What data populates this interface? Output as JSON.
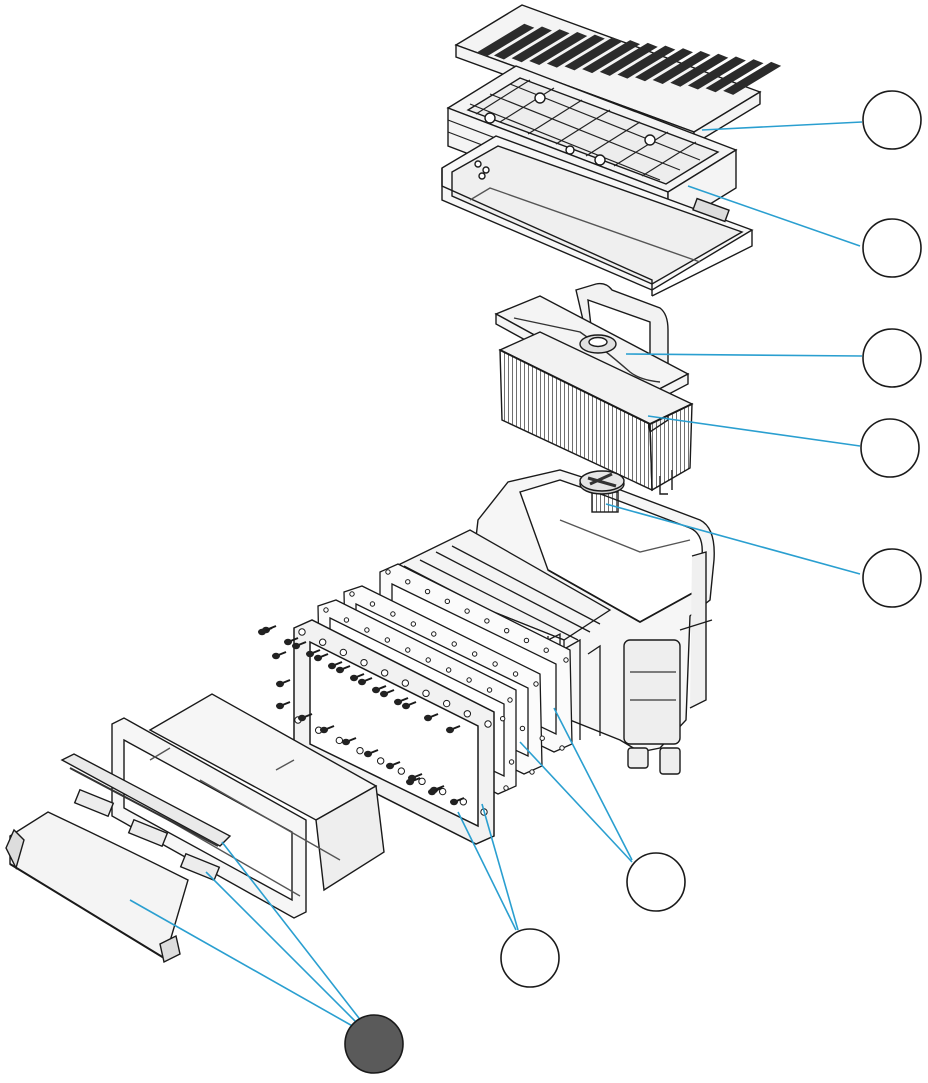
{
  "title": "",
  "colors": {
    "background": "#ffffff",
    "line_art": "#1a1a1a",
    "part_fill": "#f4f4f4",
    "grate_slot": "#2b2b2b",
    "leader": "#2a9fd0",
    "callout_stroke": "#1a1a1a",
    "callout_fill": "#ffffff",
    "callout_selected_fill": "#5a5a5a"
  },
  "parts": [
    {
      "name": "grate"
    },
    {
      "name": "grate-frame"
    },
    {
      "name": "deck-collar"
    },
    {
      "name": "basket-lid"
    },
    {
      "name": "strainer-basket"
    },
    {
      "name": "skimmer-body"
    },
    {
      "name": "equalizer-plug"
    },
    {
      "name": "gaskets"
    },
    {
      "name": "face-plate"
    },
    {
      "name": "screws"
    },
    {
      "name": "mouth-extension"
    },
    {
      "name": "weir-flap"
    }
  ],
  "callouts": [
    {
      "id": "c1",
      "label": "",
      "selected": false
    },
    {
      "id": "c2",
      "label": "",
      "selected": false
    },
    {
      "id": "c3",
      "label": "",
      "selected": false
    },
    {
      "id": "c4",
      "label": "",
      "selected": false
    },
    {
      "id": "c5",
      "label": "",
      "selected": false
    },
    {
      "id": "c6",
      "label": "",
      "selected": false
    },
    {
      "id": "c7",
      "label": "",
      "selected": false
    },
    {
      "id": "c8",
      "label": "",
      "selected": true
    }
  ]
}
